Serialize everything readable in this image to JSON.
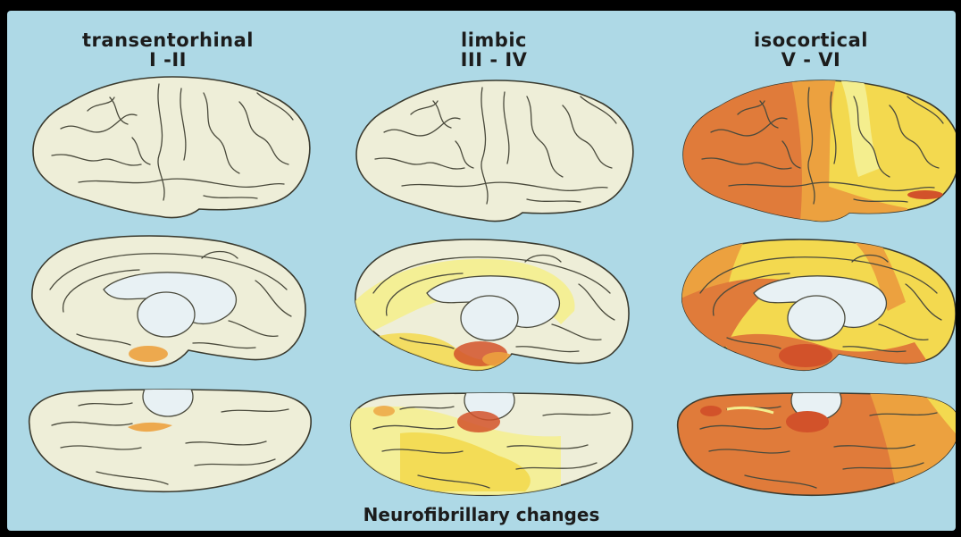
{
  "stages": [
    {
      "name": "transentorhinal",
      "range": "I -II"
    },
    {
      "name": "limbic",
      "range": "III - IV"
    },
    {
      "name": "isocortical",
      "range": "V - VI"
    }
  ],
  "caption": "Neurofibrillary changes",
  "colors": {
    "background": "#aed9e6",
    "tissue": "#eeeed8",
    "light_yellow": "#f4ee8e",
    "yellow": "#f3d94f",
    "orange": "#eca13f",
    "dark_orange": "#e07b3a",
    "red": "#d2522a"
  }
}
